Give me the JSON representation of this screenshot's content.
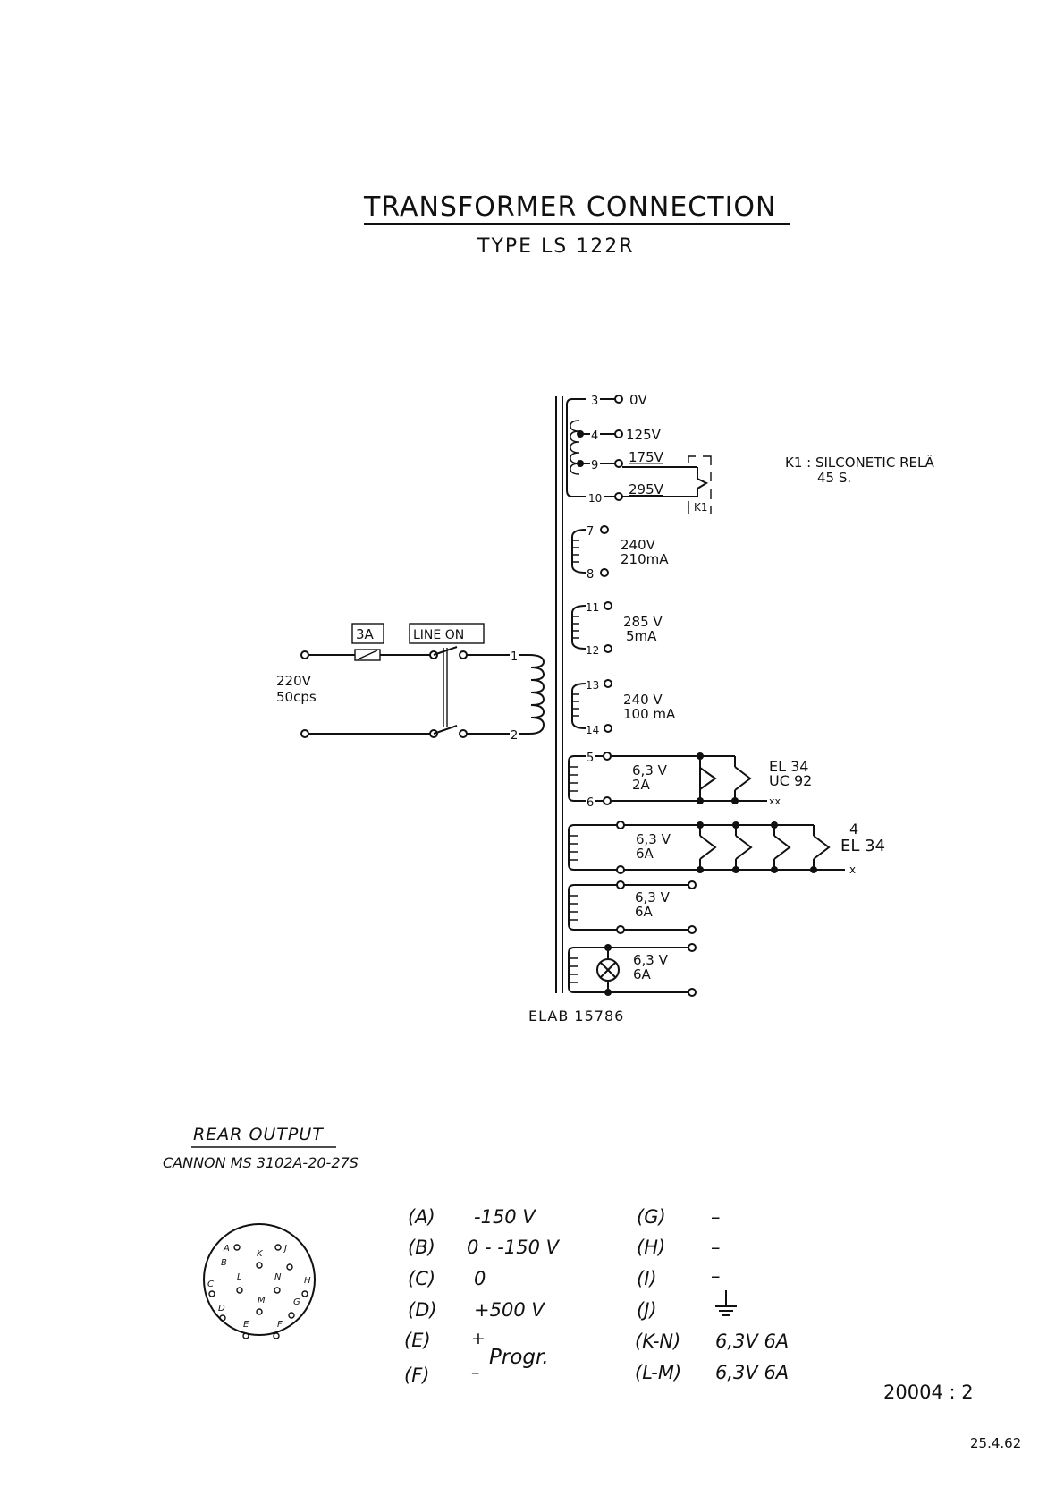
{
  "title": "TRANSFORMER CONNECTION",
  "subtitle": "TYPE LS 122R",
  "transformer_label": "ELAB 15786",
  "primary": {
    "fuse_label": "3A",
    "switch_label": "LINE ON",
    "input_voltage": "220V",
    "input_freq": "50cps",
    "pin_top": "1",
    "pin_bottom": "2"
  },
  "relay": {
    "label": "K1",
    "note_line1": "K1 : SILCONETIC RELÄ",
    "note_line2": "45 S."
  },
  "secondaries": {
    "w1": {
      "pins": [
        "3",
        "4",
        "9",
        "10"
      ],
      "taps": [
        "0V",
        "125V",
        "175V",
        "295V"
      ]
    },
    "w2": {
      "pins": [
        "7",
        "8"
      ],
      "voltage": "240V",
      "current": "210mA"
    },
    "w3": {
      "pins": [
        "11",
        "12"
      ],
      "voltage": "285 V",
      "current": "5mA"
    },
    "w4": {
      "pins": [
        "13",
        "14"
      ],
      "voltage": "240 V",
      "current": "100 mA"
    },
    "w5": {
      "pins": [
        "5",
        "6"
      ],
      "voltage": "6,3 V",
      "current": "2A",
      "load_line1": "EL 34",
      "load_line2": "UC 92",
      "mark": "xx"
    },
    "w6": {
      "voltage": "6,3 V",
      "current": "6A",
      "load_count": "4",
      "load_type": "EL 34",
      "mark": "x"
    },
    "w7": {
      "voltage": "6,3 V",
      "current": "6A"
    },
    "w8": {
      "voltage": "6,3 V",
      "current": "6A"
    }
  },
  "rear_output": {
    "title": "REAR OUTPUT",
    "connector": "CANNON MS 3102A-20-27S",
    "pin_letters": [
      "A",
      "B",
      "C",
      "D",
      "E",
      "F",
      "G",
      "H",
      "J",
      "K",
      "L",
      "M",
      "N"
    ],
    "pins_left": [
      {
        "pin": "(A)",
        "value": "-150 V"
      },
      {
        "pin": "(B)",
        "value": "0 - -150 V"
      },
      {
        "pin": "(C)",
        "value": "0"
      },
      {
        "pin": "(D)",
        "value": "+500 V"
      },
      {
        "pin": "(E)",
        "value": "+"
      },
      {
        "pin": "(F)",
        "value": "–"
      }
    ],
    "progr_label": "Progr.",
    "pins_right": [
      {
        "pin": "(G)",
        "value": "–"
      },
      {
        "pin": "(H)",
        "value": "–"
      },
      {
        "pin": "(I)",
        "value": "–"
      },
      {
        "pin": "(J)",
        "value": ""
      },
      {
        "pin": "(K-N)",
        "value": "6,3V 6A"
      },
      {
        "pin": "(L-M)",
        "value": "6,3V 6A"
      }
    ]
  },
  "drawing_number": "20004 : 2",
  "date": "25.4.62"
}
